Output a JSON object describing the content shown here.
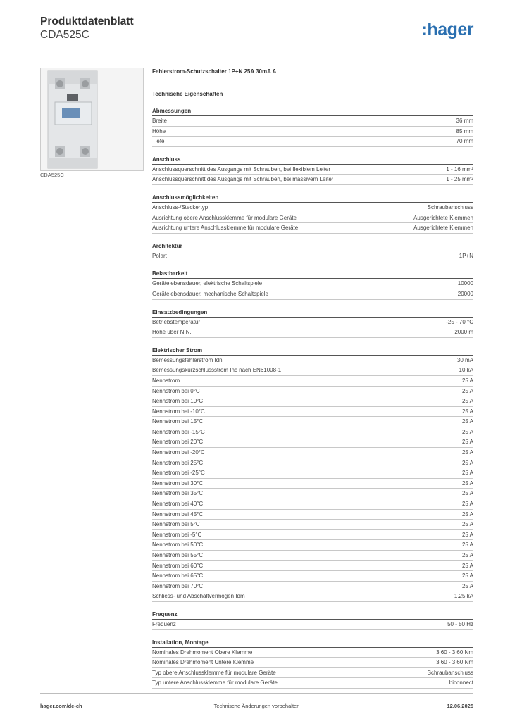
{
  "header": {
    "title": "Produktdatenblatt",
    "subtitle": "CDA525C",
    "logo_text": ":hager"
  },
  "image": {
    "caption": "CDA525C"
  },
  "product_description": "Fehlerstrom-Schutzschalter 1P+N 25A 30mA A",
  "tech_heading": "Technische Eigenschaften",
  "sections": [
    {
      "title": "Abmessungen",
      "rows": [
        {
          "label": "Breite",
          "value": "36 mm"
        },
        {
          "label": "Höhe",
          "value": "85 mm"
        },
        {
          "label": "Tiefe",
          "value": "70 mm"
        }
      ]
    },
    {
      "title": "Anschluss",
      "rows": [
        {
          "label": "Anschlussquerschnitt des Ausgangs mit Schrauben, bei flexiblem Leiter",
          "value": "1 - 16 mm²"
        },
        {
          "label": "Anschlussquerschnitt des Ausgangs mit Schrauben, bei massivem Leiter",
          "value": "1 - 25 mm²"
        }
      ]
    },
    {
      "title": "Anschlussmöglichkeiten",
      "rows": [
        {
          "label": "Anschluss-/Steckertyp",
          "value": "Schraubanschluss"
        },
        {
          "label": "Ausrichtung obere Anschlussklemme für modulare Geräte",
          "value": "Ausgerichtete Klemmen"
        },
        {
          "label": "Ausrichtung untere Anschlussklemme für modulare Geräte",
          "value": "Ausgerichtete Klemmen"
        }
      ]
    },
    {
      "title": "Architektur",
      "rows": [
        {
          "label": "Polart",
          "value": "1P+N"
        }
      ]
    },
    {
      "title": "Belastbarkeit",
      "rows": [
        {
          "label": "Gerätelebensdauer, elektrische Schaltspiele",
          "value": "10000"
        },
        {
          "label": "Gerätelebensdauer, mechanische Schaltspiele",
          "value": "20000"
        }
      ]
    },
    {
      "title": "Einsatzbedingungen",
      "rows": [
        {
          "label": "Betriebstemperatur",
          "value": "-25 - 70 °C"
        },
        {
          "label": "Höhe über N.N.",
          "value": "2000 m"
        }
      ]
    },
    {
      "title": "Elektrischer Strom",
      "rows": [
        {
          "label": "Bemessungsfehlerstrom Idn",
          "value": "30 mA"
        },
        {
          "label": "Bemessungskurzschlussstrom Inc nach EN61008-1",
          "value": "10 kA"
        },
        {
          "label": "Nennstrom",
          "value": "25 A"
        },
        {
          "label": "Nennstrom bei 0°C",
          "value": "25 A"
        },
        {
          "label": "Nennstrom bei 10°C",
          "value": "25 A"
        },
        {
          "label": "Nennstrom bei -10°C",
          "value": "25 A"
        },
        {
          "label": "Nennstrom bei 15°C",
          "value": "25 A"
        },
        {
          "label": "Nennstrom bei -15°C",
          "value": "25 A"
        },
        {
          "label": "Nennstrom bei 20°C",
          "value": "25 A"
        },
        {
          "label": "Nennstrom bei -20°C",
          "value": "25 A"
        },
        {
          "label": "Nennstrom bei 25°C",
          "value": "25 A"
        },
        {
          "label": "Nennstrom bei -25°C",
          "value": "25 A"
        },
        {
          "label": "Nennstrom bei 30°C",
          "value": "25 A"
        },
        {
          "label": "Nennstrom bei 35°C",
          "value": "25 A"
        },
        {
          "label": "Nennstrom bei 40°C",
          "value": "25 A"
        },
        {
          "label": "Nennstrom bei 45°C",
          "value": "25 A"
        },
        {
          "label": "Nennstrom bei 5°C",
          "value": "25 A"
        },
        {
          "label": "Nennstrom bei -5°C",
          "value": "25 A"
        },
        {
          "label": "Nennstrom bei 50°C",
          "value": "25 A"
        },
        {
          "label": "Nennstrom bei 55°C",
          "value": "25 A"
        },
        {
          "label": "Nennstrom bei 60°C",
          "value": "25 A"
        },
        {
          "label": "Nennstrom bei 65°C",
          "value": "25 A"
        },
        {
          "label": "Nennstrom bei 70°C",
          "value": "25 A"
        },
        {
          "label": "Schliess- und Abschaltvermögen Idm",
          "value": "1.25 kA"
        }
      ]
    },
    {
      "title": "Frequenz",
      "rows": [
        {
          "label": "Frequenz",
          "value": "50 - 50 Hz"
        }
      ]
    },
    {
      "title": "Installation, Montage",
      "rows": [
        {
          "label": "Nominales Drehmoment Obere Klemme",
          "value": "3.60 - 3.60 Nm"
        },
        {
          "label": "Nominales Drehmoment Untere Klemme",
          "value": "3.60 - 3.60 Nm"
        },
        {
          "label": "Typ obere Anschlussklemme für modulare Geräte",
          "value": "Schraubanschluss"
        },
        {
          "label": "Typ untere Anschlussklemme für modulare Geräte",
          "value": "biconnect"
        }
      ]
    }
  ],
  "footer": {
    "left": "hager.com/de-ch",
    "center": "Technische Änderungen vorbehalten",
    "right": "12.06.2025"
  }
}
